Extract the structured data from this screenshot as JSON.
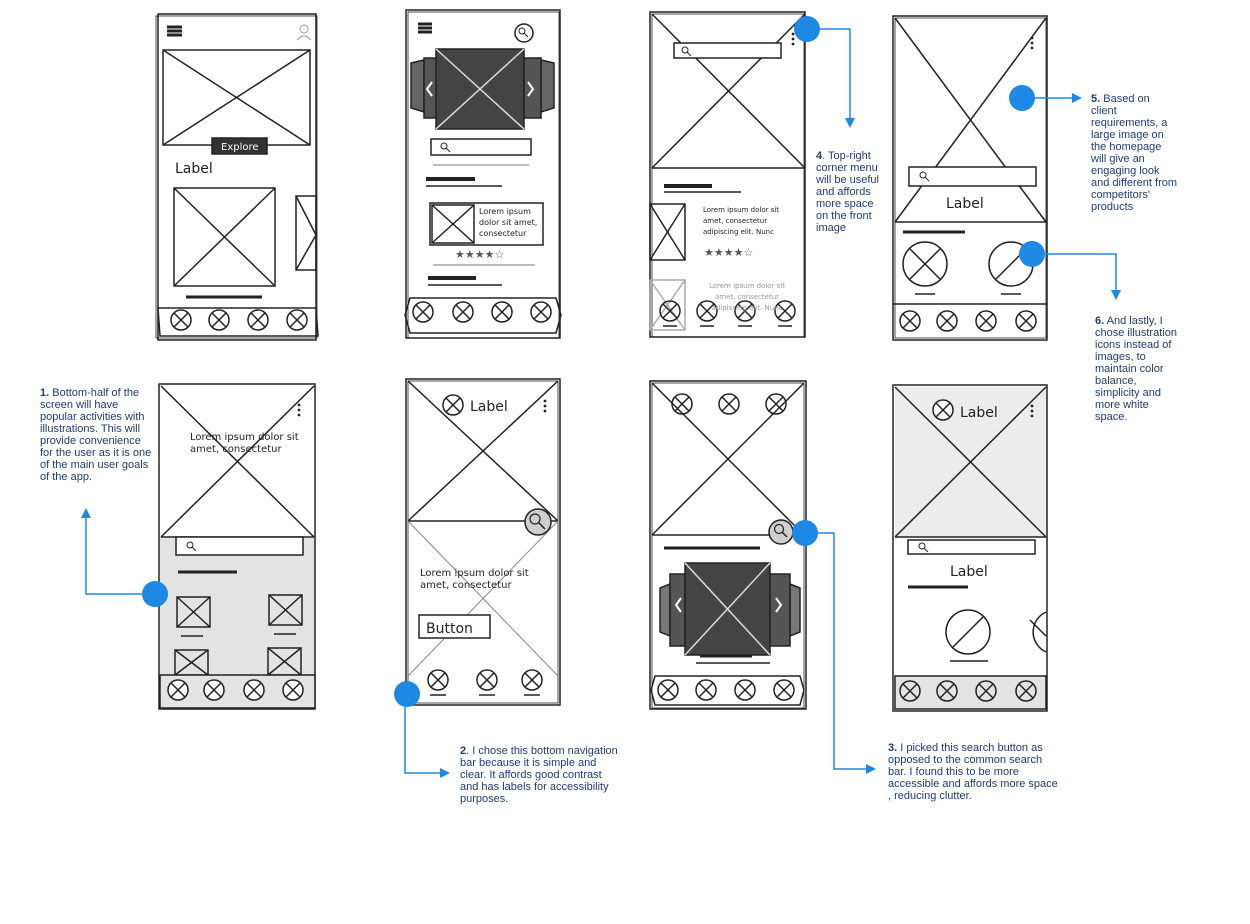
{
  "annotations": {
    "n1": {
      "num": "1.",
      "text": " Bottom-half of the screen will have popular activities with illustrations. This will provide convenience for the user as it is one of the main user goals of the app."
    },
    "n2": {
      "num": "2",
      "text": ". I chose this bottom navigation bar because it is simple and clear. It affords good contrast and has labels for accessibility purposes."
    },
    "n3": {
      "num": "3.",
      "text": " I picked this search button as opposed to the common search bar. I found this to be more accessible and affords more space , reducing clutter."
    },
    "n4": {
      "num": "4",
      "text": ". Top-right corner menu will be useful and affords more space on the front image"
    },
    "n5": {
      "num": "5.",
      "text": "  Based on client requirements, a large image on the homepage will give an engaging look and different from competitors' products"
    },
    "n6": {
      "num": "6.",
      "text": " And lastly, I chose illustration icons instead of images, to maintain color balance, simplicity and more white space."
    }
  },
  "wireframes": {
    "explore_button": "Explore",
    "label": "Label",
    "lorem_short": "Lorem ipsum dolor sit amet, consectetur",
    "lorem_card": "Lorem ipsum dolor sit amet, consectetur",
    "lorem_long": "Lorem ipsum dolor sit amet, consectetur adipiscing elit. Nunc",
    "lorem_faded": "Lorem ipsum dolor sit amet, consectetur adipiscing elit. Nunc",
    "lorem_big": "Lorem ipsum dolor sit amet, consectetur",
    "button": "Button",
    "rating_stars": "★★★★☆"
  },
  "colors": {
    "accent": "#1e88e5",
    "note_text": "#1f3b73",
    "sketch": "#222222",
    "shade": "#e3e3e3",
    "dark_fill": "#444444"
  }
}
